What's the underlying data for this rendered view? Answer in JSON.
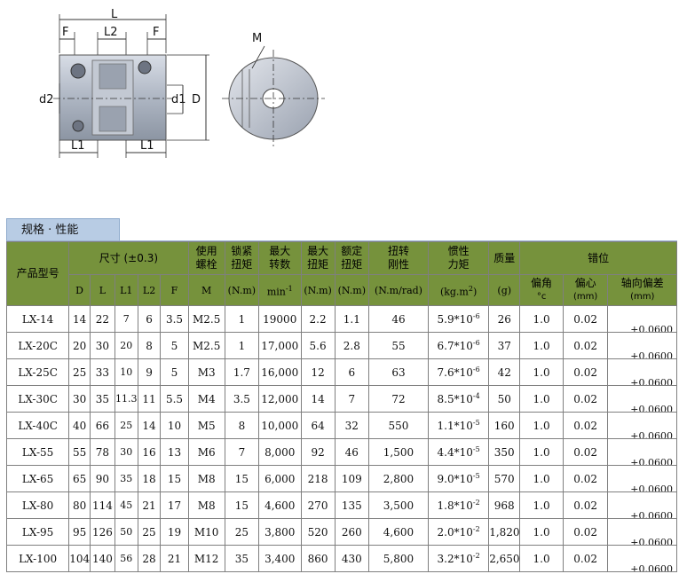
{
  "drawing": {
    "labels": {
      "L": "L",
      "F_left": "F",
      "L2": "L2",
      "F_right": "F",
      "d2": "d2",
      "d1": "d1",
      "D": "D",
      "L1_left": "L1",
      "L1_right": "L1",
      "M": "M"
    }
  },
  "section_tab": "规格 · 性能",
  "table": {
    "header_row1": {
      "model": "产品型号",
      "size": "尺寸 (±0.3)",
      "bolt": "使用\n螺栓",
      "torque_lock": "锁紧\n扭矩",
      "max_speed": "最大\n转数",
      "max_torque": "最大\n扭矩",
      "rated_torque": "额定\n扭矩",
      "stiffness": "扭转\n刚性",
      "inertia": "惯性\n力矩",
      "mass": "质量",
      "misalign": "错位"
    },
    "header_row2": {
      "D": "D",
      "L": "L",
      "L1": "L1",
      "L2": "L2",
      "F": "F",
      "bolt_unit": "M",
      "torque_lock_unit": "(N.m)",
      "max_speed_unit": "min",
      "max_speed_unit_sup": "-1",
      "max_torque_unit": "(N.m)",
      "rated_torque_unit": "(N.m)",
      "stiffness_unit": "(N.m/rad)",
      "inertia_unit": "(kg.m",
      "inertia_unit_sup": "2",
      "inertia_unit_close": ")",
      "mass_unit": "(g)",
      "angle": "偏角",
      "angle_unit": "°c",
      "eccentric": "偏心",
      "eccentric_unit": "(mm)",
      "axial": "轴向偏差",
      "axial_unit": "(mm)"
    },
    "rows": [
      {
        "model": "LX-14",
        "D": "14",
        "L": "22",
        "L1": "7",
        "L2": "6",
        "F": "3.5",
        "bolt": "M2.5",
        "lock": "1",
        "speed": "19000",
        "maxt": "2.2",
        "rated": "1.1",
        "stiff": "46",
        "inertia_base": "5.9*10",
        "inertia_exp": "-6",
        "mass": "26",
        "angle": "1.0",
        "ecc": "0.02",
        "axial": "+0.0600"
      },
      {
        "model": "LX-20C",
        "D": "20",
        "L": "30",
        "L1": "20",
        "L2": "8",
        "F": "5",
        "bolt": "M2.5",
        "lock": "1",
        "speed": "17,000",
        "maxt": "5.6",
        "rated": "2.8",
        "stiff": "55",
        "inertia_base": "6.7*10",
        "inertia_exp": "-6",
        "mass": "37",
        "angle": "1.0",
        "ecc": "0.02",
        "axial": "+0.0600"
      },
      {
        "model": "LX-25C",
        "D": "25",
        "L": "33",
        "L1": "10",
        "L2": "9",
        "F": "5",
        "bolt": "M3",
        "lock": "1.7",
        "speed": "16,000",
        "maxt": "12",
        "rated": "6",
        "stiff": "63",
        "inertia_base": "7.6*10",
        "inertia_exp": "-6",
        "mass": "42",
        "angle": "1.0",
        "ecc": "0.02",
        "axial": "+0.0600"
      },
      {
        "model": "LX-30C",
        "D": "30",
        "L": "35",
        "L1": "11.3",
        "L2": "11",
        "F": "5.5",
        "bolt": "M4",
        "lock": "3.5",
        "speed": "12,000",
        "maxt": "14",
        "rated": "7",
        "stiff": "72",
        "inertia_base": "8.5*10",
        "inertia_exp": "-4",
        "mass": "50",
        "angle": "1.0",
        "ecc": "0.02",
        "axial": "+0.0600"
      },
      {
        "model": "LX-40C",
        "D": "40",
        "L": "66",
        "L1": "25",
        "L2": "14",
        "F": "10",
        "bolt": "M5",
        "lock": "8",
        "speed": "10,000",
        "maxt": "64",
        "rated": "32",
        "stiff": "550",
        "inertia_base": "1.1*10",
        "inertia_exp": "-5",
        "mass": "160",
        "angle": "1.0",
        "ecc": "0.02",
        "axial": "+0.0600"
      },
      {
        "model": "LX-55",
        "D": "55",
        "L": "78",
        "L1": "30",
        "L2": "16",
        "F": "13",
        "bolt": "M6",
        "lock": "7",
        "speed": "8,000",
        "maxt": "92",
        "rated": "46",
        "stiff": "1,500",
        "inertia_base": "4.4*10",
        "inertia_exp": "-5",
        "mass": "350",
        "angle": "1.0",
        "ecc": "0.02",
        "axial": "+0.0600"
      },
      {
        "model": "LX-65",
        "D": "65",
        "L": "90",
        "L1": "35",
        "L2": "18",
        "F": "15",
        "bolt": "M8",
        "lock": "15",
        "speed": "6,000",
        "maxt": "218",
        "rated": "109",
        "stiff": "2,800",
        "inertia_base": "9.0*10",
        "inertia_exp": "-5",
        "mass": "570",
        "angle": "1.0",
        "ecc": "0.02",
        "axial": "+0.0600"
      },
      {
        "model": "LX-80",
        "D": "80",
        "L": "114",
        "L1": "45",
        "L2": "21",
        "F": "17",
        "bolt": "M8",
        "lock": "15",
        "speed": "4,600",
        "maxt": "270",
        "rated": "135",
        "stiff": "3,500",
        "inertia_base": "1.8*10",
        "inertia_exp": "-2",
        "mass": "968",
        "angle": "1.0",
        "ecc": "0.02",
        "axial": "+0.0600"
      },
      {
        "model": "LX-95",
        "D": "95",
        "L": "126",
        "L1": "50",
        "L2": "25",
        "F": "19",
        "bolt": "M10",
        "lock": "25",
        "speed": "3,800",
        "maxt": "520",
        "rated": "260",
        "stiff": "4,600",
        "inertia_base": "2.0*10",
        "inertia_exp": "-2",
        "mass": "1,820",
        "angle": "1.0",
        "ecc": "0.02",
        "axial": "+0.0600"
      },
      {
        "model": "LX-100",
        "D": "104",
        "L": "140",
        "L1": "56",
        "L2": "28",
        "F": "21",
        "bolt": "M12",
        "lock": "35",
        "speed": "3,400",
        "maxt": "860",
        "rated": "430",
        "stiff": "5,800",
        "inertia_base": "3.2*10",
        "inertia_exp": "-2",
        "mass": "2,650",
        "angle": "1.0",
        "ecc": "0.02",
        "axial": "+0.0600"
      }
    ]
  }
}
